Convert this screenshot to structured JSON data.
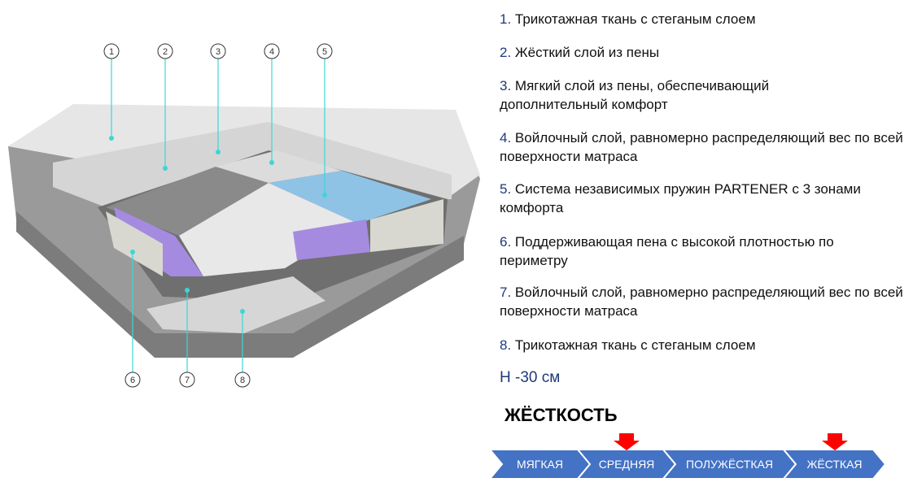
{
  "callouts": [
    "1",
    "2",
    "3",
    "4",
    "5",
    "6",
    "7",
    "8"
  ],
  "layers": [
    {
      "num": "1.",
      "text": "Трикотажная ткань с стеганым слоем"
    },
    {
      "num": "2.",
      "text": "Жёсткий слой из пены"
    },
    {
      "num": "3.",
      "text": "Мягкий слой из пены, обеспечивающий дополнительный комфорт"
    },
    {
      "num": "4.",
      "text": "Войлочный слой, равномерно распределяющий вес по всей поверхности матраса"
    },
    {
      "num": "5.",
      "text": "Система независимых пружин PARTENER с 3 зонами комфорта"
    },
    {
      "num": "6.",
      "text": "Поддерживающая пена с высокой плотностью по периметру"
    },
    {
      "num": "7.",
      "text": "Войлочный слой, равномерно распределяющий вес по всей поверхности матраса"
    },
    {
      "num": "8.",
      "text": "Трикотажная ткань с стеганым слоем"
    }
  ],
  "height_label": "H -30 см",
  "firmness": {
    "title": "ЖЁСТКОСТЬ",
    "levels": [
      "МЯГКАЯ",
      "СРЕДНЯЯ",
      "ПОЛУЖЁСТКАЯ",
      "ЖЁСТКАЯ"
    ],
    "marked": [
      "СРЕДНЯЯ",
      "ЖЁСТКАЯ"
    ]
  },
  "colors": {
    "chevron": "#4472c4",
    "arrow": "#ff0000",
    "callout_line": "#3cd6d6",
    "number": "#1f3a7a"
  }
}
